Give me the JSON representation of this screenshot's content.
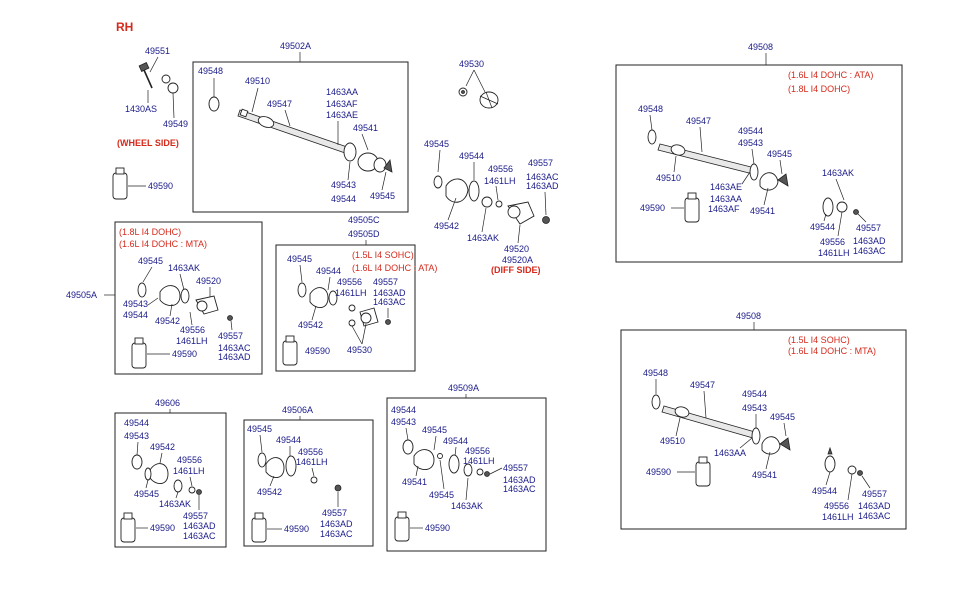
{
  "title": "RH",
  "notes": {
    "wheel_side": "(WHEEL SIDE)",
    "diff_side": "(DIFF SIDE)"
  },
  "top_left": {
    "p49551": "49551",
    "p1430as": "1430AS",
    "p49549": "49549",
    "p49590": "49590"
  },
  "assy_49502a": {
    "label": "49502A",
    "parts": [
      "49548",
      "49510",
      "49547",
      "1463AA",
      "1463AF",
      "1463AE",
      "49541",
      "49543",
      "49544",
      "49545"
    ]
  },
  "loose_49530": {
    "label": "49530"
  },
  "loose_diff": {
    "parts": [
      "49545",
      "49544",
      "49556",
      "1461LH",
      "49557",
      "1463AC",
      "1463AD",
      "49542",
      "1463AK",
      "49520",
      "49520A"
    ]
  },
  "assy_49505a": {
    "label": "49505A",
    "notes": [
      "(1.8L I4 DOHC)",
      "(1.6L I4 DOHC : MTA)"
    ],
    "parts": [
      "49545",
      "1463AK",
      "49520",
      "49543",
      "49544",
      "49542",
      "49556",
      "1461LH",
      "49557",
      "1463AC",
      "1463AD",
      "49590"
    ]
  },
  "assy_49505c": {
    "labels": [
      "49505C",
      "49505D"
    ],
    "notes": [
      "(1.5L I4 SOHC)",
      "(1.6L I4 DOHC : ATA)"
    ],
    "parts": [
      "49545",
      "49544",
      "49556",
      "1461LH",
      "49557",
      "1463AD",
      "1463AC",
      "49542",
      "49530",
      "49590"
    ]
  },
  "assy_49606": {
    "label": "49606",
    "parts": [
      "49544",
      "49543",
      "49542",
      "49556",
      "1461LH",
      "49545",
      "1463AK",
      "49557",
      "1463AD",
      "1463AC",
      "49590"
    ]
  },
  "assy_49506a": {
    "label": "49506A",
    "parts": [
      "49545",
      "49544",
      "49556",
      "1461LH",
      "49542",
      "49557",
      "1463AD",
      "1463AC",
      "49590"
    ]
  },
  "assy_49509a": {
    "label": "49509A",
    "parts": [
      "49544",
      "49543",
      "49545",
      "49544",
      "49556",
      "1461LH",
      "49541",
      "49545",
      "49557",
      "1463AD",
      "1463AC",
      "1463AK",
      "49590"
    ]
  },
  "assy_49508_top": {
    "label": "49508",
    "notes": [
      "(1.6L I4 DOHC : ATA)",
      "(1.8L I4 DOHC)"
    ],
    "parts": [
      "49548",
      "49547",
      "49544",
      "49543",
      "49545",
      "49510",
      "1463AE",
      "1463AA",
      "1463AF",
      "49541",
      "49590",
      "1463AK",
      "49544",
      "49556",
      "1461LH",
      "49557",
      "1463AD",
      "1463AC"
    ]
  },
  "assy_49508_bottom": {
    "label": "49508",
    "notes": [
      "(1.5L I4 SOHC)",
      "(1.6L I4 DOHC : MTA)"
    ],
    "parts": [
      "49548",
      "49547",
      "49544",
      "49543",
      "49545",
      "49510",
      "1463AA",
      "49541",
      "49590",
      "49544",
      "49557",
      "49556",
      "1461LH",
      "1463AD",
      "1463AC"
    ]
  }
}
